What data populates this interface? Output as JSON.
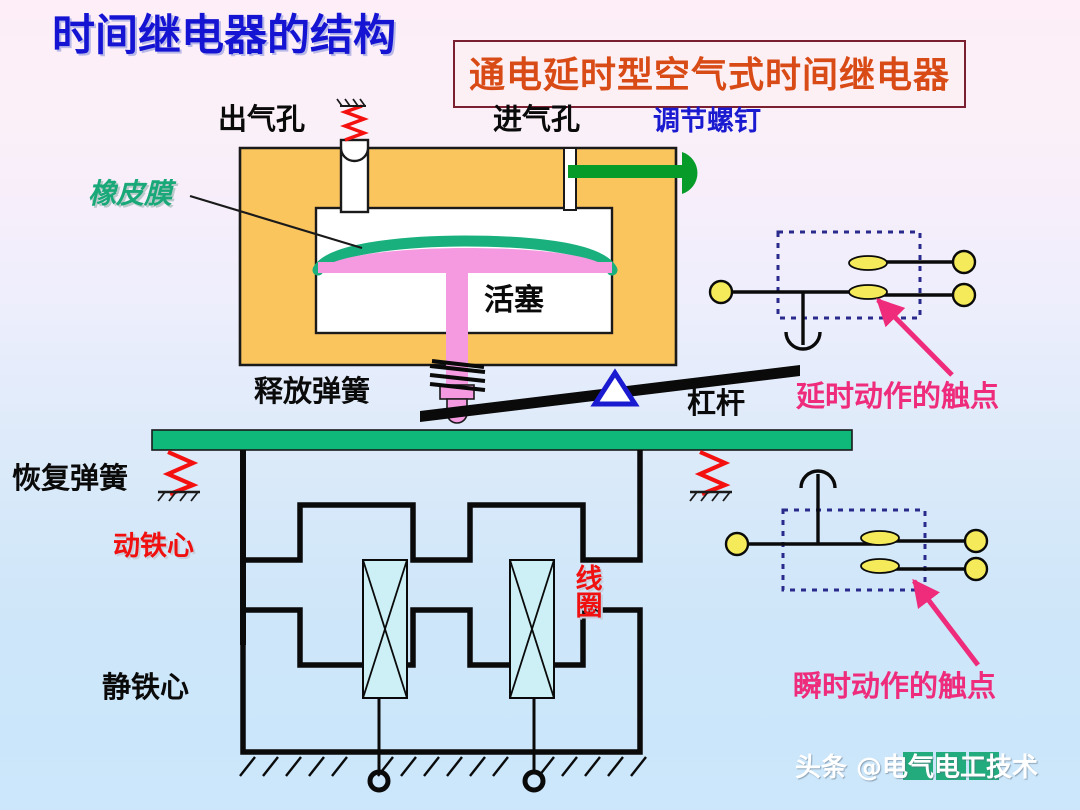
{
  "page": {
    "title": "时间继电器的结构",
    "subtitle_box": "通电延时型空气式时间继电器",
    "watermark": "头条 @电气电工技术"
  },
  "labels": {
    "air_outlet": "出气孔",
    "air_inlet": "进气孔",
    "adjust_screw": "调节螺钉",
    "rubber_diaphragm": "橡皮膜",
    "piston": "活塞",
    "release_spring": "释放弹簧",
    "lever": "杠杆",
    "reset_spring": "恢复弹簧",
    "moving_core": "动铁心",
    "static_core": "静铁心",
    "coil": "线圈",
    "delay_contacts": "延时动作的触点",
    "instant_contacts": "瞬时动作的触点"
  },
  "colors": {
    "title_blue": "#1414d2",
    "box_title_orange": "#d94b16",
    "box_border": "#7a2030",
    "body_orange": "#fbc55e",
    "diaphragm_green": "#19b07e",
    "piston_pink": "#f59ae0",
    "armature_green": "#0fb97a",
    "spring_red": "#f51010",
    "coil_fill": "#cdf0f7",
    "contact_yellow": "#f5ea5a",
    "arrow_pink": "#ef2b7b",
    "dashed_navy": "#2a2a8c",
    "screw_green": "#079c2a",
    "fulcrum_blue": "#1a1ad0",
    "label_red": "#f01010",
    "label_green": "#19a878"
  },
  "diagram": {
    "type": "technical-cross-section",
    "description": "空气式时间继电器（通电延时型）结构剖面图",
    "parts_count": 13
  }
}
